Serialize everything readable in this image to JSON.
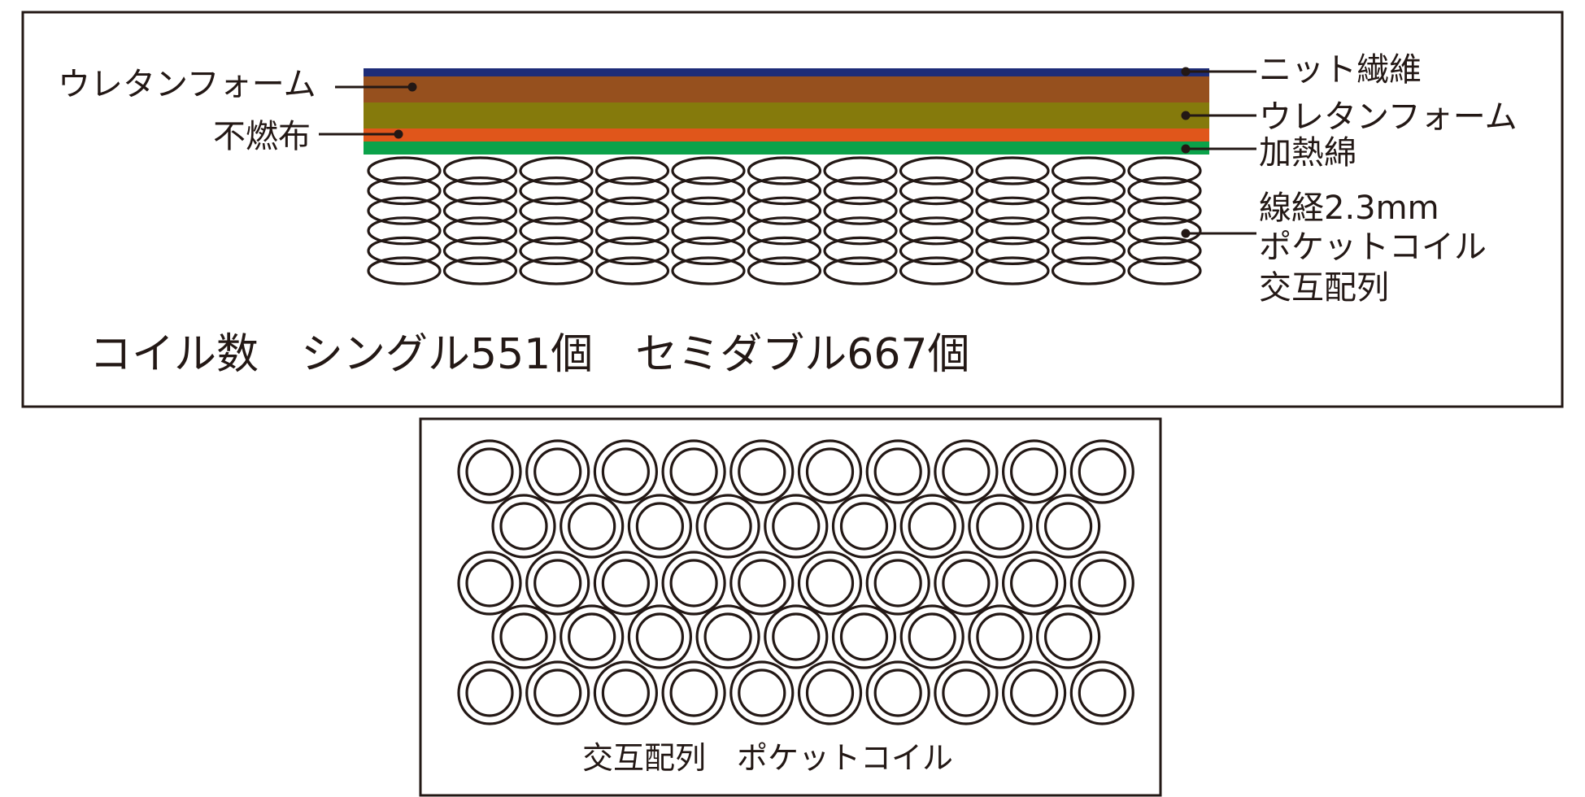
{
  "labels": {
    "left_urethane": "ウレタンフォーム",
    "left_nonflame": "不燃布",
    "right_knit": "ニット繊維",
    "right_urethane": "ウレタンフォーム",
    "right_heat": "加熱綿",
    "coil_spec_1": "線経2.3mm",
    "coil_spec_2": "ポケットコイル",
    "coil_spec_3": "交互配列",
    "coil_count": "コイル数　シングル551個　セミダブル667個",
    "bottom_caption": "交互配列　ポケットコイル"
  },
  "colors": {
    "knit": "#1d2c78",
    "urethane_top": "#96501e",
    "urethane_mid": "#857a0c",
    "nonflame": "#e0561b",
    "heat": "#0ba24a",
    "ink": "#231815"
  },
  "layers": [
    {
      "name": "knit",
      "color_key": "knit"
    },
    {
      "name": "urethane_top",
      "color_key": "urethane_top"
    },
    {
      "name": "urethane_mid",
      "color_key": "urethane_mid"
    },
    {
      "name": "nonflame",
      "color_key": "nonflame"
    },
    {
      "name": "heat",
      "color_key": "heat"
    }
  ],
  "spring_columns": 11,
  "spring_loops": 6,
  "coil_rows": [
    10,
    9,
    10,
    9,
    10
  ]
}
